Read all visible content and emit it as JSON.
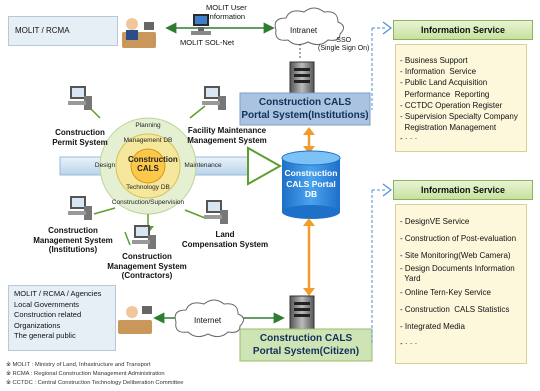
{
  "top_left": {
    "label": "MOLIT / RCMA"
  },
  "molit_user_info": [
    "MOLIT User",
    "Information"
  ],
  "intranet_label": "Intranet",
  "molit_solnet_label": "MOLIT SOL-Net",
  "sso_label": [
    "SSO",
    "(Single Sign On)"
  ],
  "portal_institutions": [
    "Construction CALS",
    "Portal System(Institutions)"
  ],
  "portal_citizen": [
    "Construction CALS",
    "Portal System(Citizen)"
  ],
  "portal_db": [
    "Construction",
    "CALS Portal",
    "DB"
  ],
  "center": {
    "core": [
      "Construction",
      "CALS"
    ],
    "planning": "Planning",
    "management_db": "Management DB",
    "technology_db": "Technology DB",
    "construction_supervision": "Construction/Supervision",
    "design": "Design",
    "maintenance": "Maintenance"
  },
  "systems": {
    "permit": [
      "Construction",
      "Permit System"
    ],
    "facility": [
      "Facility Maintenance",
      "Management System"
    ],
    "mgmt_inst": [
      "Construction",
      "Management System",
      "(Institutions)"
    ],
    "mgmt_contr": [
      "Construction",
      "Management System",
      "(Contractors)"
    ],
    "land": [
      "Land",
      "Compensation System"
    ]
  },
  "info_service_top": {
    "title": "Information Service",
    "items": [
      "- Business Support",
      "- Information  Service",
      "- Public Land Acquisition",
      "  Performance  Reporting",
      "- CCTDC Operation Register",
      "- Supervision Specialty Company",
      "  Registration Management",
      "- · · ·"
    ]
  },
  "info_service_bottom": {
    "title": "Information Service",
    "items": [
      "- DesignVE Service",
      "- Construction of Post-evaluation",
      "- Site Monitoring(Web Camera)",
      "- Design Documents Information",
      "  Yard",
      "- Online Tern-Key Service",
      "- Construction  CALS Statistics",
      "- Integrated Media",
      "- · · ·"
    ]
  },
  "bottom_left": {
    "items": [
      "MOLIT / RCMA / Agencies",
      "Local Governments",
      "Construction related",
      "Organizations",
      "The general public"
    ]
  },
  "internet_label": "Internet",
  "footnotes": [
    "※ MOLIT : Ministry of Land, Infrastructure and Transport",
    "※ RCMA : Regional Construction Management Administration",
    "※ CCTDC : Central Construction Technology Deliberation Committee"
  ]
}
